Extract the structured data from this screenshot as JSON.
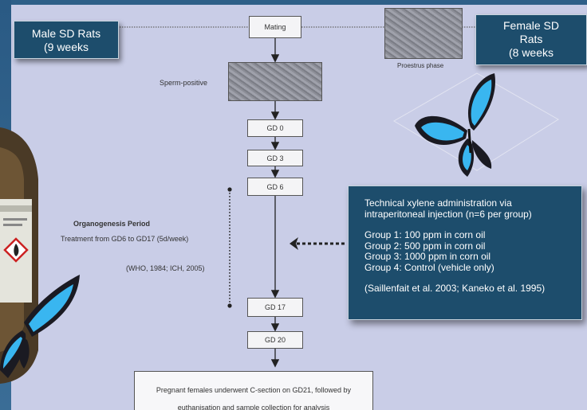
{
  "male_box": {
    "line1": "Male SD Rats",
    "line2": "(9 weeks"
  },
  "female_box": {
    "line1": "Female SD",
    "line2": "Rats",
    "line3": "(8 weeks"
  },
  "flow": {
    "mating": "Mating",
    "sperm_positive": "Sperm-positive",
    "proestrus": "Proestrus phase",
    "gd_nodes": [
      "GD 0",
      "GD 3",
      "GD 6",
      "GD 17",
      "GD 20"
    ],
    "organogenesis_title": "Organogenesis  Period",
    "treatment": "Treatment from GD6 to GD17 (5d/week)",
    "references": "(WHO, 1984; ICH, 2005)",
    "final_line1": "Pregnant females underwent C-section on GD21, followed by",
    "final_line2": "euthanisation and sample collection for analysis"
  },
  "info": {
    "line1": "Technical xylene administration via",
    "line2": "intraperitoneal injection (n=6 per group)",
    "groups": [
      "Group 1: 100 ppm in corn oil",
      "Group 2: 500 ppm in corn oil",
      "Group 3: 1000 ppm in corn oil",
      "Group 4: Control (vehicle only)"
    ],
    "citation": "(Saillenfait et al. 2003; Kaneko et al. 1995)"
  },
  "colors": {
    "panel": "#c9cde7",
    "teal": "#1d4d6c",
    "butterfly": "#38b4ee",
    "background": "#2b5d86"
  },
  "icons": [
    "butterfly-icon",
    "bottle-hazard-icon",
    "arrow-icon"
  ]
}
